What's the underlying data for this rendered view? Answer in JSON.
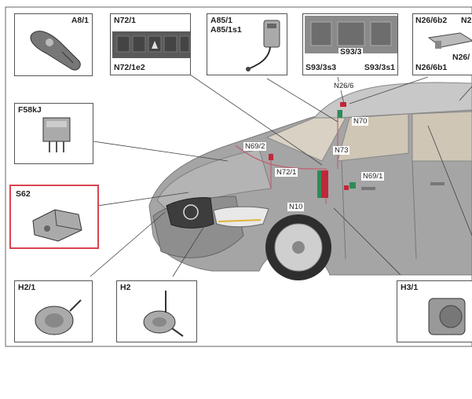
{
  "insets": {
    "a8_1": {
      "label": "A8/1"
    },
    "n72_1": {
      "label_top": "N72/1",
      "label_bottom": "N72/1e2"
    },
    "a85_1": {
      "label_line1": "A85/1",
      "label_line2": "A85/1s1"
    },
    "s93": {
      "label_center": "S93/3",
      "label_left": "S93/3s3",
      "label_right": "S93/3s1"
    },
    "n26": {
      "label_top_left": "N26/6b2",
      "label_top_right": "N2",
      "label_mid": "N26/",
      "label_bottom": "N26/6b1"
    },
    "f58kj": {
      "label": "F58kJ"
    },
    "s62": {
      "label": "S62",
      "highlighted": true
    },
    "h2_1": {
      "label": "H2/1"
    },
    "h2": {
      "label": "H2"
    },
    "h3_1": {
      "label": "H3/1"
    }
  },
  "callouts": {
    "n26_6": "N26/6",
    "n70": "N70",
    "n69_2": "N69/2",
    "n73": "N73",
    "n72_1": "N72/1",
    "n69_1": "N69/1",
    "n10": "N10"
  },
  "colors": {
    "highlight": "#d9434f",
    "car_body": "#9c9c9c",
    "module_red": "#c0283a",
    "module_green": "#2e8b57",
    "wiring": "#c06070"
  }
}
